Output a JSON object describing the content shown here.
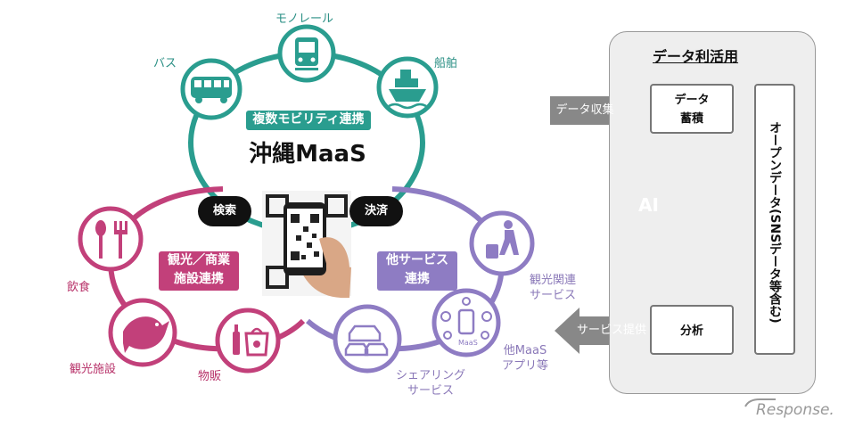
{
  "diagram": {
    "teal_group": {
      "label": "複数モビリティ連携",
      "title": "沖縄MaaS",
      "items": {
        "monorail": "モノレール",
        "bus": "バス",
        "ship": "船舶"
      }
    },
    "pink_group": {
      "label_line1": "観光／商業",
      "label_line2": "施設連携",
      "items": {
        "food": "飲食",
        "facility": "観光施設",
        "retail": "物販"
      }
    },
    "purple_group": {
      "label_line1": "他サービス",
      "label_line2": "連携",
      "items": {
        "tourism_line1": "観光関連",
        "tourism_line2": "サービス",
        "other_maas_line1": "他MaaS",
        "other_maas_line2": "アプリ等",
        "sharing_line1": "シェアリング",
        "sharing_line2": "サービス",
        "maas_icon_text": "MaaS"
      }
    },
    "bubbles": {
      "search": "検索",
      "payment": "決済"
    },
    "data_panel": {
      "title": "データ利活用",
      "collect": "データ収集",
      "store_line1": "データ",
      "store_line2": "蓄積",
      "ai": "AI",
      "plus": "+",
      "open_data": "オープンデータ(SNSデータ等含む)",
      "analysis": "分析",
      "provide": "サービス提供"
    },
    "watermark": "Response."
  },
  "colors": {
    "teal": "#2a9d8f",
    "pink": "#c2407a",
    "purple": "#8e7cc3",
    "gray_arrow": "#888888"
  }
}
